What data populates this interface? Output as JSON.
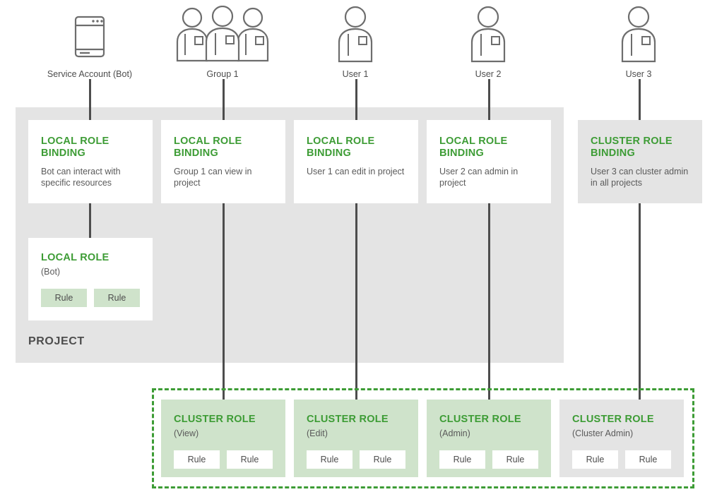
{
  "diagram": {
    "title": "OpenShift RBAC role bindings diagram",
    "project_label": "PROJECT",
    "colors": {
      "accent_green": "#3d9c35",
      "panel_grey": "#e4e4e4",
      "card_green": "#cfe3cb",
      "line_grey": "#4d4d4d",
      "text_grey": "#5a5a5a"
    }
  },
  "actors": [
    {
      "id": "service-account",
      "label": "Service Account (Bot)",
      "icon": "bot-window-icon"
    },
    {
      "id": "group-1",
      "label": "Group 1",
      "icon": "group-people-icon"
    },
    {
      "id": "user-1",
      "label": "User 1",
      "icon": "user-person-icon"
    },
    {
      "id": "user-2",
      "label": "User 2",
      "icon": "user-person-icon"
    },
    {
      "id": "user-3",
      "label": "User 3",
      "icon": "user-person-icon"
    }
  ],
  "bindings": [
    {
      "id": "binding-bot",
      "title": "LOCAL ROLE BINDING",
      "description": "Bot can interact with specific resources"
    },
    {
      "id": "binding-group1",
      "title": "LOCAL ROLE BINDING",
      "description": "Group 1 can view in project"
    },
    {
      "id": "binding-user1",
      "title": "LOCAL ROLE BINDING",
      "description": "User 1 can edit in project"
    },
    {
      "id": "binding-user2",
      "title": "LOCAL ROLE BINDING",
      "description": "User 2 can admin in project"
    },
    {
      "id": "binding-user3",
      "title": "CLUSTER ROLE BINDING",
      "description": "User 3 can cluster admin in all projects"
    }
  ],
  "local_role": {
    "title": "LOCAL ROLE",
    "subtitle": "(Bot)",
    "rules": [
      "Rule",
      "Rule"
    ]
  },
  "cluster_roles": [
    {
      "id": "cluster-role-view",
      "title": "CLUSTER ROLE",
      "subtitle": "(View)",
      "rules": [
        "Rule",
        "Rule"
      ],
      "background": "green"
    },
    {
      "id": "cluster-role-edit",
      "title": "CLUSTER ROLE",
      "subtitle": "(Edit)",
      "rules": [
        "Rule",
        "Rule"
      ],
      "background": "green"
    },
    {
      "id": "cluster-role-admin",
      "title": "CLUSTER ROLE",
      "subtitle": "(Admin)",
      "rules": [
        "Rule",
        "Rule"
      ],
      "background": "green"
    },
    {
      "id": "cluster-role-cluster-admin",
      "title": "CLUSTER ROLE",
      "subtitle": "(Cluster Admin)",
      "rules": [
        "Rule",
        "Rule"
      ],
      "background": "grey"
    }
  ]
}
